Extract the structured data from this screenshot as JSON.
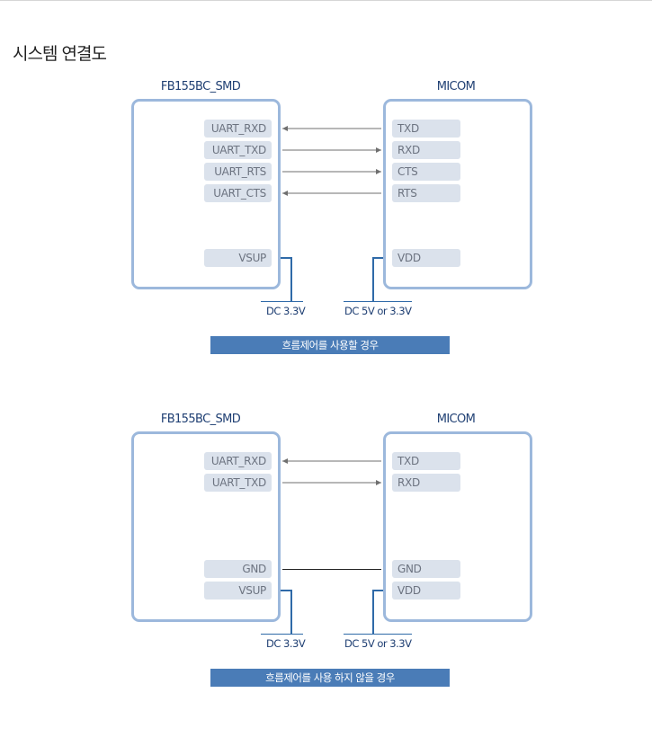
{
  "page_title": "시스템 연결도",
  "diagrams": [
    {
      "left_device": "FB155BC_SMD",
      "right_device": "MICOM",
      "left_pins": [
        "UART_RXD",
        "UART_TXD",
        "UART_RTS",
        "UART_CTS",
        "VSUP"
      ],
      "right_pins": [
        "TXD",
        "RXD",
        "CTS",
        "RTS",
        "VDD"
      ],
      "connections": [
        {
          "from": "TXD",
          "to": "UART_RXD"
        },
        {
          "from": "UART_TXD",
          "to": "RXD"
        },
        {
          "from": "UART_RTS",
          "to": "CTS"
        },
        {
          "from": "RTS",
          "to": "UART_CTS"
        }
      ],
      "left_supply": "DC 3.3V",
      "right_supply": "DC 5V or 3.3V",
      "caption": "흐름제어를 사용할 경우"
    },
    {
      "left_device": "FB155BC_SMD",
      "right_device": "MICOM",
      "left_pins": [
        "UART_RXD",
        "UART_TXD",
        "GND",
        "VSUP"
      ],
      "right_pins": [
        "TXD",
        "RXD",
        "GND",
        "VDD"
      ],
      "connections": [
        {
          "from": "TXD",
          "to": "UART_RXD"
        },
        {
          "from": "UART_TXD",
          "to": "RXD"
        },
        {
          "from": "GND",
          "to": "GND"
        }
      ],
      "left_supply": "DC 3.3V",
      "right_supply": "DC 5V or 3.3V",
      "caption": "흐름제어를 사용 하지 않을 경우"
    }
  ],
  "colors": {
    "box_border": "#9cb8dc",
    "pin_fill": "#dbe2ec",
    "supply_line": "#2f6aa8",
    "caption_fill": "#4a7cb7"
  }
}
